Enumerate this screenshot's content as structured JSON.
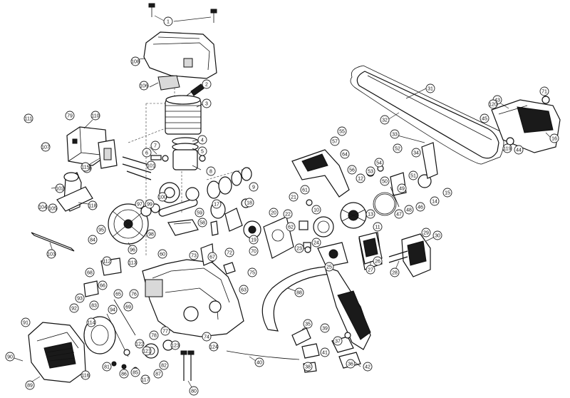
{
  "callouts": [
    {
      "id": "c1",
      "label": "1"
    },
    {
      "id": "c2",
      "label": "2"
    },
    {
      "id": "c3",
      "label": "3"
    },
    {
      "id": "c4",
      "label": "4"
    },
    {
      "id": "c5",
      "label": "5"
    },
    {
      "id": "c6",
      "label": "6"
    },
    {
      "id": "c7",
      "label": "7"
    },
    {
      "id": "c8",
      "label": "8"
    },
    {
      "id": "c9",
      "label": "9"
    },
    {
      "id": "c10",
      "label": "10"
    },
    {
      "id": "c11",
      "label": "11"
    },
    {
      "id": "c12",
      "label": "12"
    },
    {
      "id": "c13",
      "label": "13"
    },
    {
      "id": "c14",
      "label": "14"
    },
    {
      "id": "c15",
      "label": "15"
    },
    {
      "id": "c16",
      "label": "16"
    },
    {
      "id": "c17",
      "label": "17"
    },
    {
      "id": "c18",
      "label": "18"
    },
    {
      "id": "c19",
      "label": "19"
    },
    {
      "id": "c20",
      "label": "20"
    },
    {
      "id": "c21",
      "label": "21"
    },
    {
      "id": "c22",
      "label": "22"
    },
    {
      "id": "c23",
      "label": "23"
    },
    {
      "id": "c24",
      "label": "24"
    },
    {
      "id": "c25",
      "label": "25"
    },
    {
      "id": "c26",
      "label": "26"
    },
    {
      "id": "c27",
      "label": "27"
    },
    {
      "id": "c28",
      "label": "28"
    },
    {
      "id": "c29",
      "label": "29"
    },
    {
      "id": "c30",
      "label": "30"
    },
    {
      "id": "c31",
      "label": "31"
    },
    {
      "id": "c32",
      "label": "32"
    },
    {
      "id": "c33",
      "label": "33"
    },
    {
      "id": "c34",
      "label": "34"
    },
    {
      "id": "c35",
      "label": "35"
    },
    {
      "id": "c36",
      "label": "36"
    },
    {
      "id": "c37",
      "label": "37"
    },
    {
      "id": "c38",
      "label": "38"
    },
    {
      "id": "c39",
      "label": "39"
    },
    {
      "id": "c40",
      "label": "40"
    },
    {
      "id": "c41",
      "label": "41"
    },
    {
      "id": "c42",
      "label": "42"
    },
    {
      "id": "c43",
      "label": "43"
    },
    {
      "id": "c44",
      "label": "44"
    },
    {
      "id": "c45",
      "label": "45"
    },
    {
      "id": "c46",
      "label": "46"
    },
    {
      "id": "c47",
      "label": "47"
    },
    {
      "id": "c48",
      "label": "48"
    },
    {
      "id": "c49",
      "label": "49"
    },
    {
      "id": "c50",
      "label": "50"
    },
    {
      "id": "c51",
      "label": "51"
    },
    {
      "id": "c52",
      "label": "52"
    },
    {
      "id": "c53",
      "label": "53"
    },
    {
      "id": "c54",
      "label": "54"
    },
    {
      "id": "c55",
      "label": "55"
    },
    {
      "id": "c56",
      "label": "56"
    },
    {
      "id": "c57",
      "label": "57"
    },
    {
      "id": "c58",
      "label": "58"
    },
    {
      "id": "c59",
      "label": "59"
    },
    {
      "id": "c60",
      "label": "60"
    },
    {
      "id": "c61",
      "label": "61"
    },
    {
      "id": "c62",
      "label": "62"
    },
    {
      "id": "c63",
      "label": "63"
    },
    {
      "id": "c64",
      "label": "64"
    },
    {
      "id": "c65",
      "label": "65"
    },
    {
      "id": "c66",
      "label": "66"
    },
    {
      "id": "c67",
      "label": "67"
    },
    {
      "id": "c68",
      "label": "68"
    },
    {
      "id": "c69",
      "label": "69"
    },
    {
      "id": "c70",
      "label": "70"
    },
    {
      "id": "c71",
      "label": "71"
    },
    {
      "id": "c72",
      "label": "72"
    },
    {
      "id": "c73",
      "label": "73"
    },
    {
      "id": "c74",
      "label": "74"
    },
    {
      "id": "c75",
      "label": "75"
    },
    {
      "id": "c76",
      "label": "76"
    },
    {
      "id": "c77",
      "label": "77"
    },
    {
      "id": "c78",
      "label": "78"
    },
    {
      "id": "c79",
      "label": "79"
    },
    {
      "id": "c80",
      "label": "80"
    },
    {
      "id": "c81",
      "label": "81"
    },
    {
      "id": "c82",
      "label": "82"
    },
    {
      "id": "c83",
      "label": "83"
    },
    {
      "id": "c84",
      "label": "84"
    },
    {
      "id": "c85",
      "label": "85"
    },
    {
      "id": "c86",
      "label": "86"
    },
    {
      "id": "c87",
      "label": "87"
    },
    {
      "id": "c88",
      "label": "88"
    },
    {
      "id": "c89",
      "label": "89"
    },
    {
      "id": "c90",
      "label": "90"
    },
    {
      "id": "c91",
      "label": "91"
    },
    {
      "id": "c92",
      "label": "92"
    },
    {
      "id": "c93",
      "label": "93"
    },
    {
      "id": "c94",
      "label": "94"
    },
    {
      "id": "c95",
      "label": "95"
    },
    {
      "id": "c96",
      "label": "96"
    },
    {
      "id": "c97",
      "label": "97"
    },
    {
      "id": "c98",
      "label": "98"
    },
    {
      "id": "c99",
      "label": "99"
    },
    {
      "id": "c100",
      "label": "100"
    },
    {
      "id": "c101",
      "label": "101"
    },
    {
      "id": "c102",
      "label": "102"
    },
    {
      "id": "c103",
      "label": "103"
    },
    {
      "id": "c104",
      "label": "104"
    },
    {
      "id": "c105",
      "label": "105"
    },
    {
      "id": "c106",
      "label": "106"
    },
    {
      "id": "c107",
      "label": "107"
    },
    {
      "id": "c108",
      "label": "108"
    },
    {
      "id": "c109",
      "label": "109"
    },
    {
      "id": "c110",
      "label": "110"
    },
    {
      "id": "c111",
      "label": "111"
    },
    {
      "id": "c112",
      "label": "112"
    },
    {
      "id": "c113",
      "label": "113"
    },
    {
      "id": "c114",
      "label": "114"
    },
    {
      "id": "c115",
      "label": "115"
    },
    {
      "id": "c116",
      "label": "116"
    },
    {
      "id": "c117",
      "label": "117"
    },
    {
      "id": "c118",
      "label": "118"
    },
    {
      "id": "c119",
      "label": "119"
    },
    {
      "id": "c120",
      "label": "120"
    },
    {
      "id": "c121",
      "label": "121"
    },
    {
      "id": "c122",
      "label": "122"
    },
    {
      "id": "c123",
      "label": "123"
    },
    {
      "id": "c124",
      "label": "124"
    }
  ]
}
